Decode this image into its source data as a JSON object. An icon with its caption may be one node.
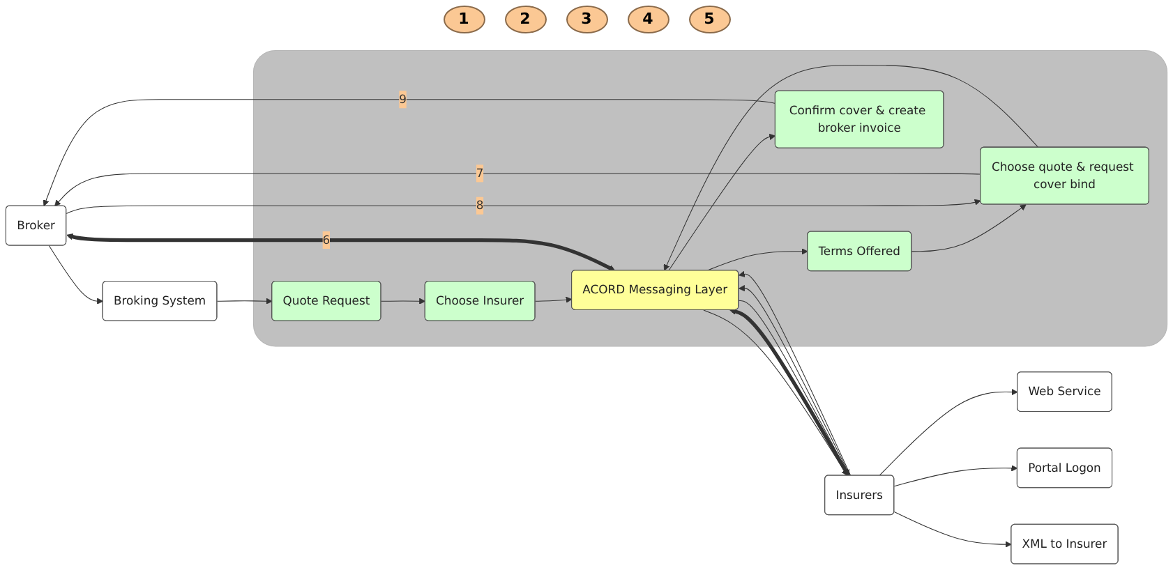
{
  "diagram": {
    "nodes": [
      {
        "text": [],
        "shape": "box"
      },
      {
        "text": [
          "Broker"
        ]
      },
      {
        "text": [
          "Broking System"
        ]
      },
      {
        "text": [
          "Quote Request"
        ],
        "in": 0
      },
      {
        "text": [
          "Choose Insurer"
        ],
        "in": 0
      },
      {
        "text": [
          "Choose quote & request cover bind"
        ],
        "in": 0
      },
      {
        "text": [
          "Terms Offered"
        ],
        "in": 0
      },
      {
        "text": [
          "Confirm cover & create broker invoice"
        ],
        "in": 0
      },
      {
        "text": [
          "ACORD Messaging Layer"
        ],
        "in": 0
      },
      {
        "text": [
          "Insurers"
        ]
      },
      {
        "text": [
          "Web Service"
        ]
      },
      {
        "text": [
          "Portal Logon"
        ]
      },
      {
        "text": [
          "XML to Insurer"
        ]
      }
    ],
    "edges": [
      {
        "from": 1,
        "to": 2,
        "arrow": "to"
      },
      {
        "from": 2,
        "to": 3,
        "arrow": "to"
      },
      {
        "from": 3,
        "to": 4,
        "arrow": "to"
      },
      {
        "from": 4,
        "to": 8,
        "arrow": "to"
      },
      {
        "from": 8,
        "to": 9,
        "arrow": "to"
      },
      {
        "from": 9,
        "to": 10,
        "arrow": "to"
      },
      {
        "from": 9,
        "to": 11,
        "arrow": "to"
      },
      {
        "from": 9,
        "to": 12,
        "arrow": "to"
      },
      {
        "from": 1,
        "to": 8,
        "arrow": "both",
        "label": "6",
        "style": "thick"
      },
      {
        "from": 8,
        "to": 9,
        "arrow": "both",
        "style": "thick"
      },
      {
        "from": 9,
        "to": 8,
        "arrow": "to"
      },
      {
        "from": 8,
        "to": 6,
        "arrow": "to"
      },
      {
        "from": 6,
        "to": 5,
        "arrow": "to"
      },
      {
        "from": 5,
        "to": 1,
        "arrow": "to",
        "label": "7"
      },
      {
        "from": 1,
        "to": 5,
        "arrow": "to",
        "label": "8"
      },
      {
        "from": 5,
        "to": 8,
        "arrow": "to"
      },
      {
        "from": 8,
        "to": 9,
        "arrow": "to"
      },
      {
        "from": 9,
        "to": 8,
        "arrow": "to"
      },
      {
        "from": 8,
        "to": 7,
        "arrow": "to"
      },
      {
        "from": 7,
        "to": 1,
        "arrow": "to",
        "label": "9"
      }
    ],
    "labels": [
      "1",
      "2",
      "3",
      "4",
      "5"
    ]
  }
}
